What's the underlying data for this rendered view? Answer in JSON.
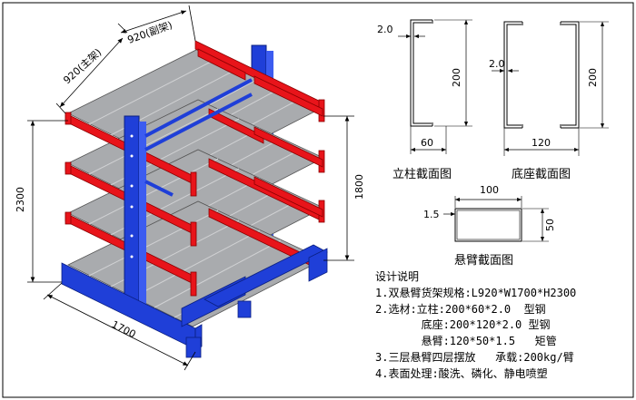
{
  "rack": {
    "dim_top_main": "920(主架)",
    "dim_top_sub": "920(副架)",
    "dim_total_height": "2300",
    "dim_arm_height": "1800",
    "dim_width": "1700"
  },
  "column_section": {
    "title": "立柱截面图",
    "thickness": "2.0",
    "height": "200",
    "width": "60"
  },
  "base_section": {
    "title": "底座截面图",
    "thickness": "2.0",
    "height": "200",
    "width": "120"
  },
  "arm_section": {
    "title": "悬臂截面图",
    "thickness": "1.5",
    "width": "100",
    "height": "50"
  },
  "notes": {
    "heading": "设计说明",
    "line1": "1.双悬臂货架规格:L920*W1700*H2300",
    "line2": "2.选材:立柱:200*60*2.0  型钢",
    "line3": "       底座:200*120*2.0 型钢",
    "line4": "       悬臂:120*50*1.5   矩管",
    "line5": "3.三层悬臂四层摆放   承载:200kg/臂",
    "line6": "4.表面处理:酸洗、磷化、静电喷塑"
  },
  "colors": {
    "frame_red": "#e8141a",
    "column_blue": "#1f3fd8",
    "deck_gray": "#a9abae"
  }
}
